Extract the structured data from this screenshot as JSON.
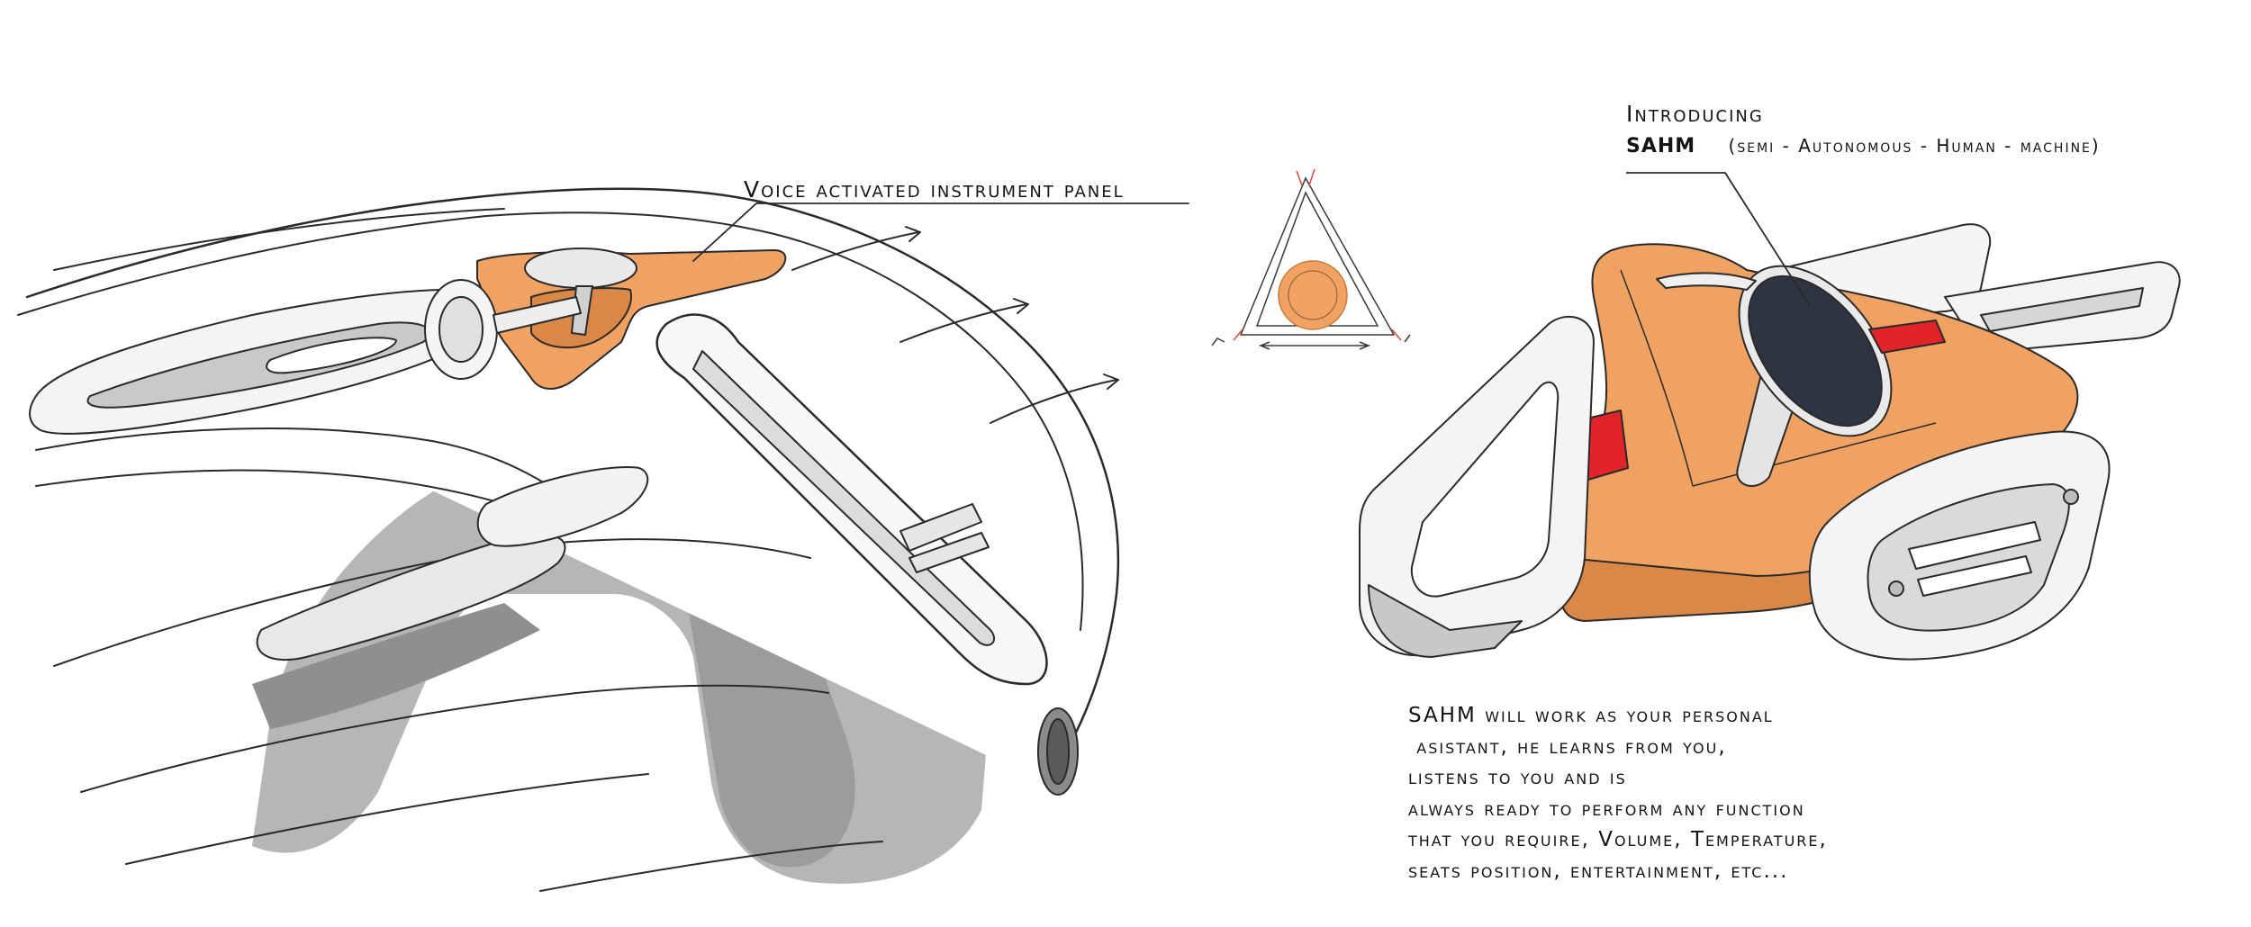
{
  "labels": {
    "instrument_panel": "Voice activated instrument panel",
    "introducing": "Introducing",
    "sahm": "SAHM",
    "sahm_expansion": "(semi - Autonomous - Human - machine)"
  },
  "description": [
    "SAHM will work as your personal",
    " asistant, he learns from you,",
    "listens to you and is",
    "always ready to perform any function",
    "that you require, Volume, Temperature,",
    "seats position, entertainment, etc..."
  ],
  "colors": {
    "accent_orange": "#f0a262",
    "orange_shade": "#d98848",
    "red_button": "#e0242a",
    "screen_navy": "#2f3442",
    "shadow_gray": "#a9a9a9",
    "line": "#2a2a2a"
  },
  "icons": {
    "sketch_arrows": "arrow-icon",
    "triangle_sketch": "triangle-sketch-icon"
  }
}
